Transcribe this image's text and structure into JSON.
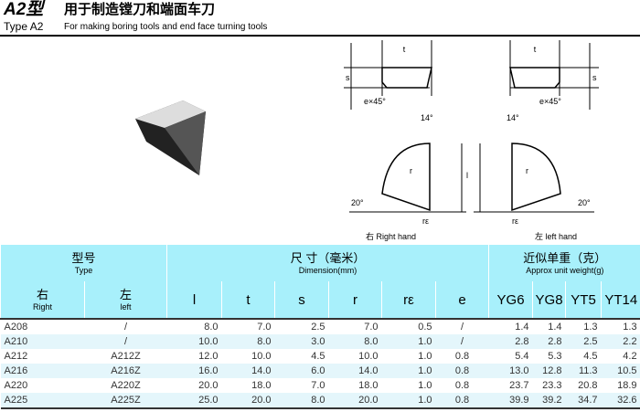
{
  "header": {
    "title": "A2型",
    "title_cn": "用于制造镗刀和端面车刀",
    "type": "Type A2",
    "desc": "For making boring tools and end face turning tools"
  },
  "diagram": {
    "t": "t",
    "s": "s",
    "l": "l",
    "r": "r",
    "rc": "rε",
    "chamfer": "e×45°",
    "angle14": "14°",
    "angle20": "20°",
    "right": "右 Right hand",
    "left": "左 left hand"
  },
  "table": {
    "type_cn": "型号",
    "type_en": "Type",
    "dim_cn": "尺 寸（毫米）",
    "dim_en": "Dimension(mm)",
    "wt_cn": "近似单重（克）",
    "wt_en": "Approx unit weight(g)",
    "right_cn": "右",
    "right_en": "Right",
    "left_cn": "左",
    "left_en": "left",
    "cols": [
      "l",
      "t",
      "s",
      "r",
      "rε",
      "e",
      "YG6",
      "YG8",
      "YT5",
      "YT14"
    ],
    "rows": [
      [
        "A208",
        "/",
        "8.0",
        "7.0",
        "2.5",
        "7.0",
        "0.5",
        "/",
        "1.4",
        "1.4",
        "1.3",
        "1.3"
      ],
      [
        "A210",
        "/",
        "10.0",
        "8.0",
        "3.0",
        "8.0",
        "1.0",
        "/",
        "2.8",
        "2.8",
        "2.5",
        "2.2"
      ],
      [
        "A212",
        "A212Z",
        "12.0",
        "10.0",
        "4.5",
        "10.0",
        "1.0",
        "0.8",
        "5.4",
        "5.3",
        "4.5",
        "4.2"
      ],
      [
        "A216",
        "A216Z",
        "16.0",
        "14.0",
        "6.0",
        "14.0",
        "1.0",
        "0.8",
        "13.0",
        "12.8",
        "11.3",
        "10.5"
      ],
      [
        "A220",
        "A220Z",
        "20.0",
        "18.0",
        "7.0",
        "18.0",
        "1.0",
        "0.8",
        "23.7",
        "23.3",
        "20.8",
        "18.9"
      ],
      [
        "A225",
        "A225Z",
        "25.0",
        "20.0",
        "8.0",
        "20.0",
        "1.0",
        "0.8",
        "39.9",
        "39.2",
        "34.7",
        "32.6"
      ]
    ]
  },
  "colors": {
    "header": "#a8f0fb",
    "stripe": "#e4f6fb"
  }
}
